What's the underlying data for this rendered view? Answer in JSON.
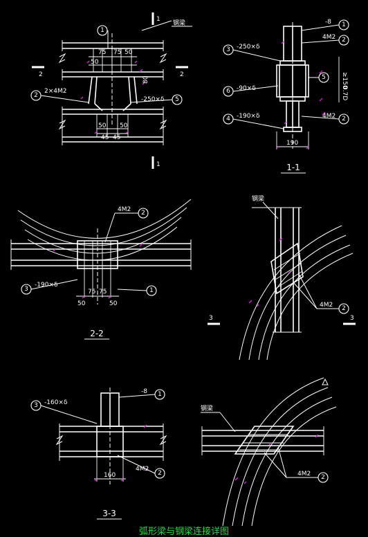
{
  "colors": {
    "background": "#000000",
    "line": "#ffffff",
    "dimension_tick": "#e020e0",
    "footer_text": "#22dd44"
  },
  "plan_view": {
    "beam_label": "钢梁",
    "callouts": [
      "1",
      "2",
      "5"
    ],
    "plate_top": "-250×δ",
    "bolts": "2×4M2",
    "dims_top": [
      "75",
      "75",
      "50",
      "50"
    ],
    "dim_side": "80",
    "dims_bottom": [
      "50",
      "50",
      "45",
      "45"
    ],
    "section_marks": [
      "2",
      "2",
      "1",
      "1"
    ]
  },
  "section_1_1": {
    "title": "1-1",
    "plate_top": "-250×δ",
    "plate_mid": "-90×δ",
    "plate_bottom": "-190×δ",
    "label_minus8": "-8",
    "bolts_top": "4M2",
    "bolts_bottom": "4M2",
    "callouts": [
      "3",
      "1",
      "2",
      "6",
      "5",
      "4",
      "2"
    ],
    "dim_width": "190",
    "dim_side": "≥150",
    "dim_side_b": "0.7D"
  },
  "section_2_2": {
    "title": "2-2",
    "bolts": "4M2",
    "plate": "-190×δ",
    "callouts": [
      "2",
      "3",
      "1"
    ],
    "dims": [
      "50",
      "75",
      "75",
      "50"
    ]
  },
  "curved_view_top": {
    "beam_label": "钢梁",
    "bolts": "4M2",
    "callouts": [
      "2"
    ],
    "section_marks": [
      "3",
      "3"
    ]
  },
  "section_3_3": {
    "title": "3-3",
    "plate": "-160×δ",
    "label_minus8": "-8",
    "bolts": "4M2",
    "dim": "160",
    "callouts": [
      "3",
      "1",
      "2"
    ]
  },
  "curved_view_bottom": {
    "beam_label": "钢梁",
    "bolts": "4M2",
    "callouts": [
      "2"
    ]
  },
  "footer": {
    "title": "弧形梁与钢梁连接详图"
  }
}
